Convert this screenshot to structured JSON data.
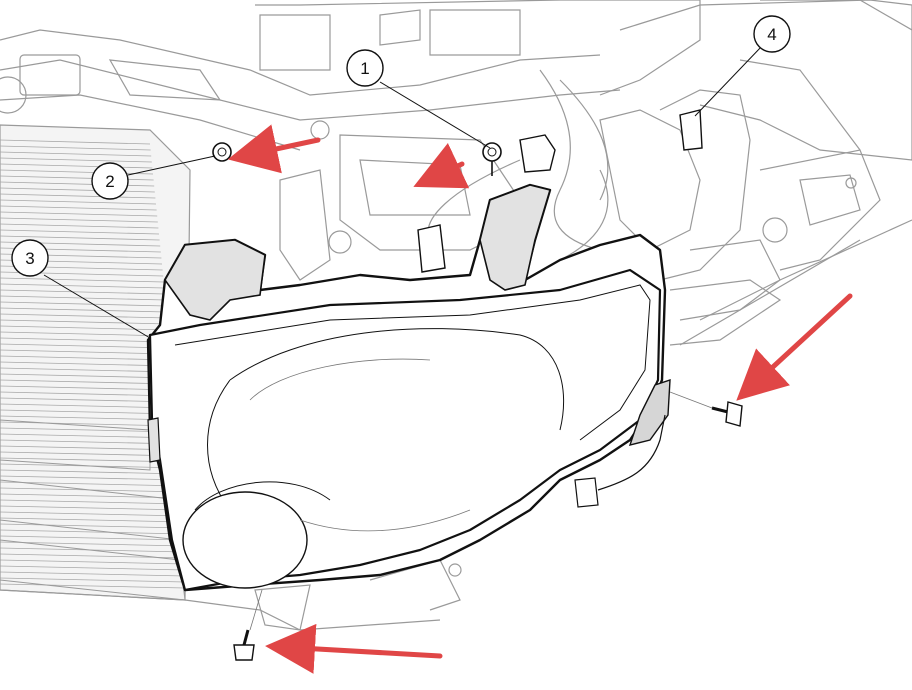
{
  "diagram": {
    "callouts": [
      {
        "id": "1",
        "label": "1"
      },
      {
        "id": "2",
        "label": "2"
      },
      {
        "id": "3",
        "label": "3"
      },
      {
        "id": "4",
        "label": "4"
      }
    ],
    "colors": {
      "line": "#111111",
      "shade": "#e6e6e6",
      "lightline": "#9a9a9a",
      "arrow": "#e04646"
    },
    "arrows": [
      {
        "name": "upper-fastener-arrow"
      },
      {
        "name": "center-fastener-arrow"
      },
      {
        "name": "right-bolt-arrow"
      },
      {
        "name": "lower-bolt-arrow"
      }
    ]
  }
}
